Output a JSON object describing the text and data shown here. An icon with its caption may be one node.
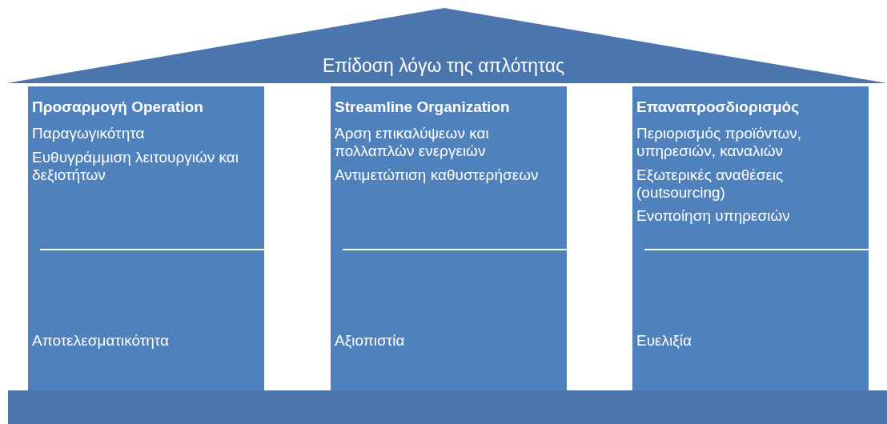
{
  "diagram": {
    "nodes": [
      {
        "text": [
          "Επίδοση λόγω της απλότητας"
        ]
      },
      {
        "text": [
          "Προσαρμογή Operation",
          "Παραγωγικότητα",
          "Ευθυγράμμιση λειτουργιών και δεξιοτήτων",
          "Αποτελεσματικότητα"
        ]
      },
      {
        "text": [
          "Streamline Organization",
          "Άρση επικαλύψεων και πολλαπλών ενεργειών",
          "Αντιμετώπιση καθυστερήσεων",
          "Αξιοπιστία"
        ]
      },
      {
        "text": [
          "Επαναπροσδιορισμός",
          "Περιορισμός προϊόντων, υπηρεσιών, καναλιών",
          "Εξωτερικές αναθέσεις (outsourcing)",
          "Ενοποίηση υπηρεσιών",
          "Ευελιξία"
        ]
      },
      {
        "text": [],
        "shape": "bar"
      }
    ]
  }
}
